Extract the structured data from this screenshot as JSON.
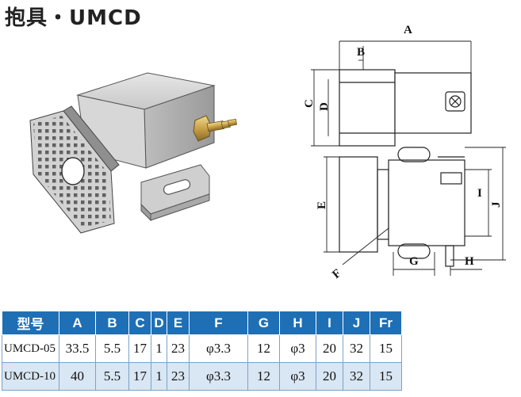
{
  "page": {
    "title": "抱具・UMCD"
  },
  "drawing": {
    "dimension_labels": {
      "A": "A",
      "B": "B",
      "C": "C",
      "D": "D",
      "E": "E",
      "F": "F",
      "G": "G",
      "H": "H",
      "I": "I",
      "J": "J"
    }
  },
  "spec_table": {
    "headers": [
      "型号",
      "A",
      "B",
      "C",
      "D",
      "E",
      "F",
      "G",
      "H",
      "I",
      "J",
      "Fr"
    ],
    "rows": [
      [
        "UMCD-05",
        "33.5",
        "5.5",
        "17",
        "1",
        "23",
        "φ3.3",
        "12",
        "φ3",
        "20",
        "32",
        "15"
      ],
      [
        "UMCD-10",
        "40",
        "5.5",
        "17",
        "1",
        "23",
        "φ3.3",
        "12",
        "φ3",
        "20",
        "32",
        "15"
      ]
    ]
  },
  "colors": {
    "header_background": "#1f6fb5",
    "header_text": "#ffffff",
    "alt_row_background": "#d9e6f3",
    "fitting_brass": "#c9a24a"
  }
}
